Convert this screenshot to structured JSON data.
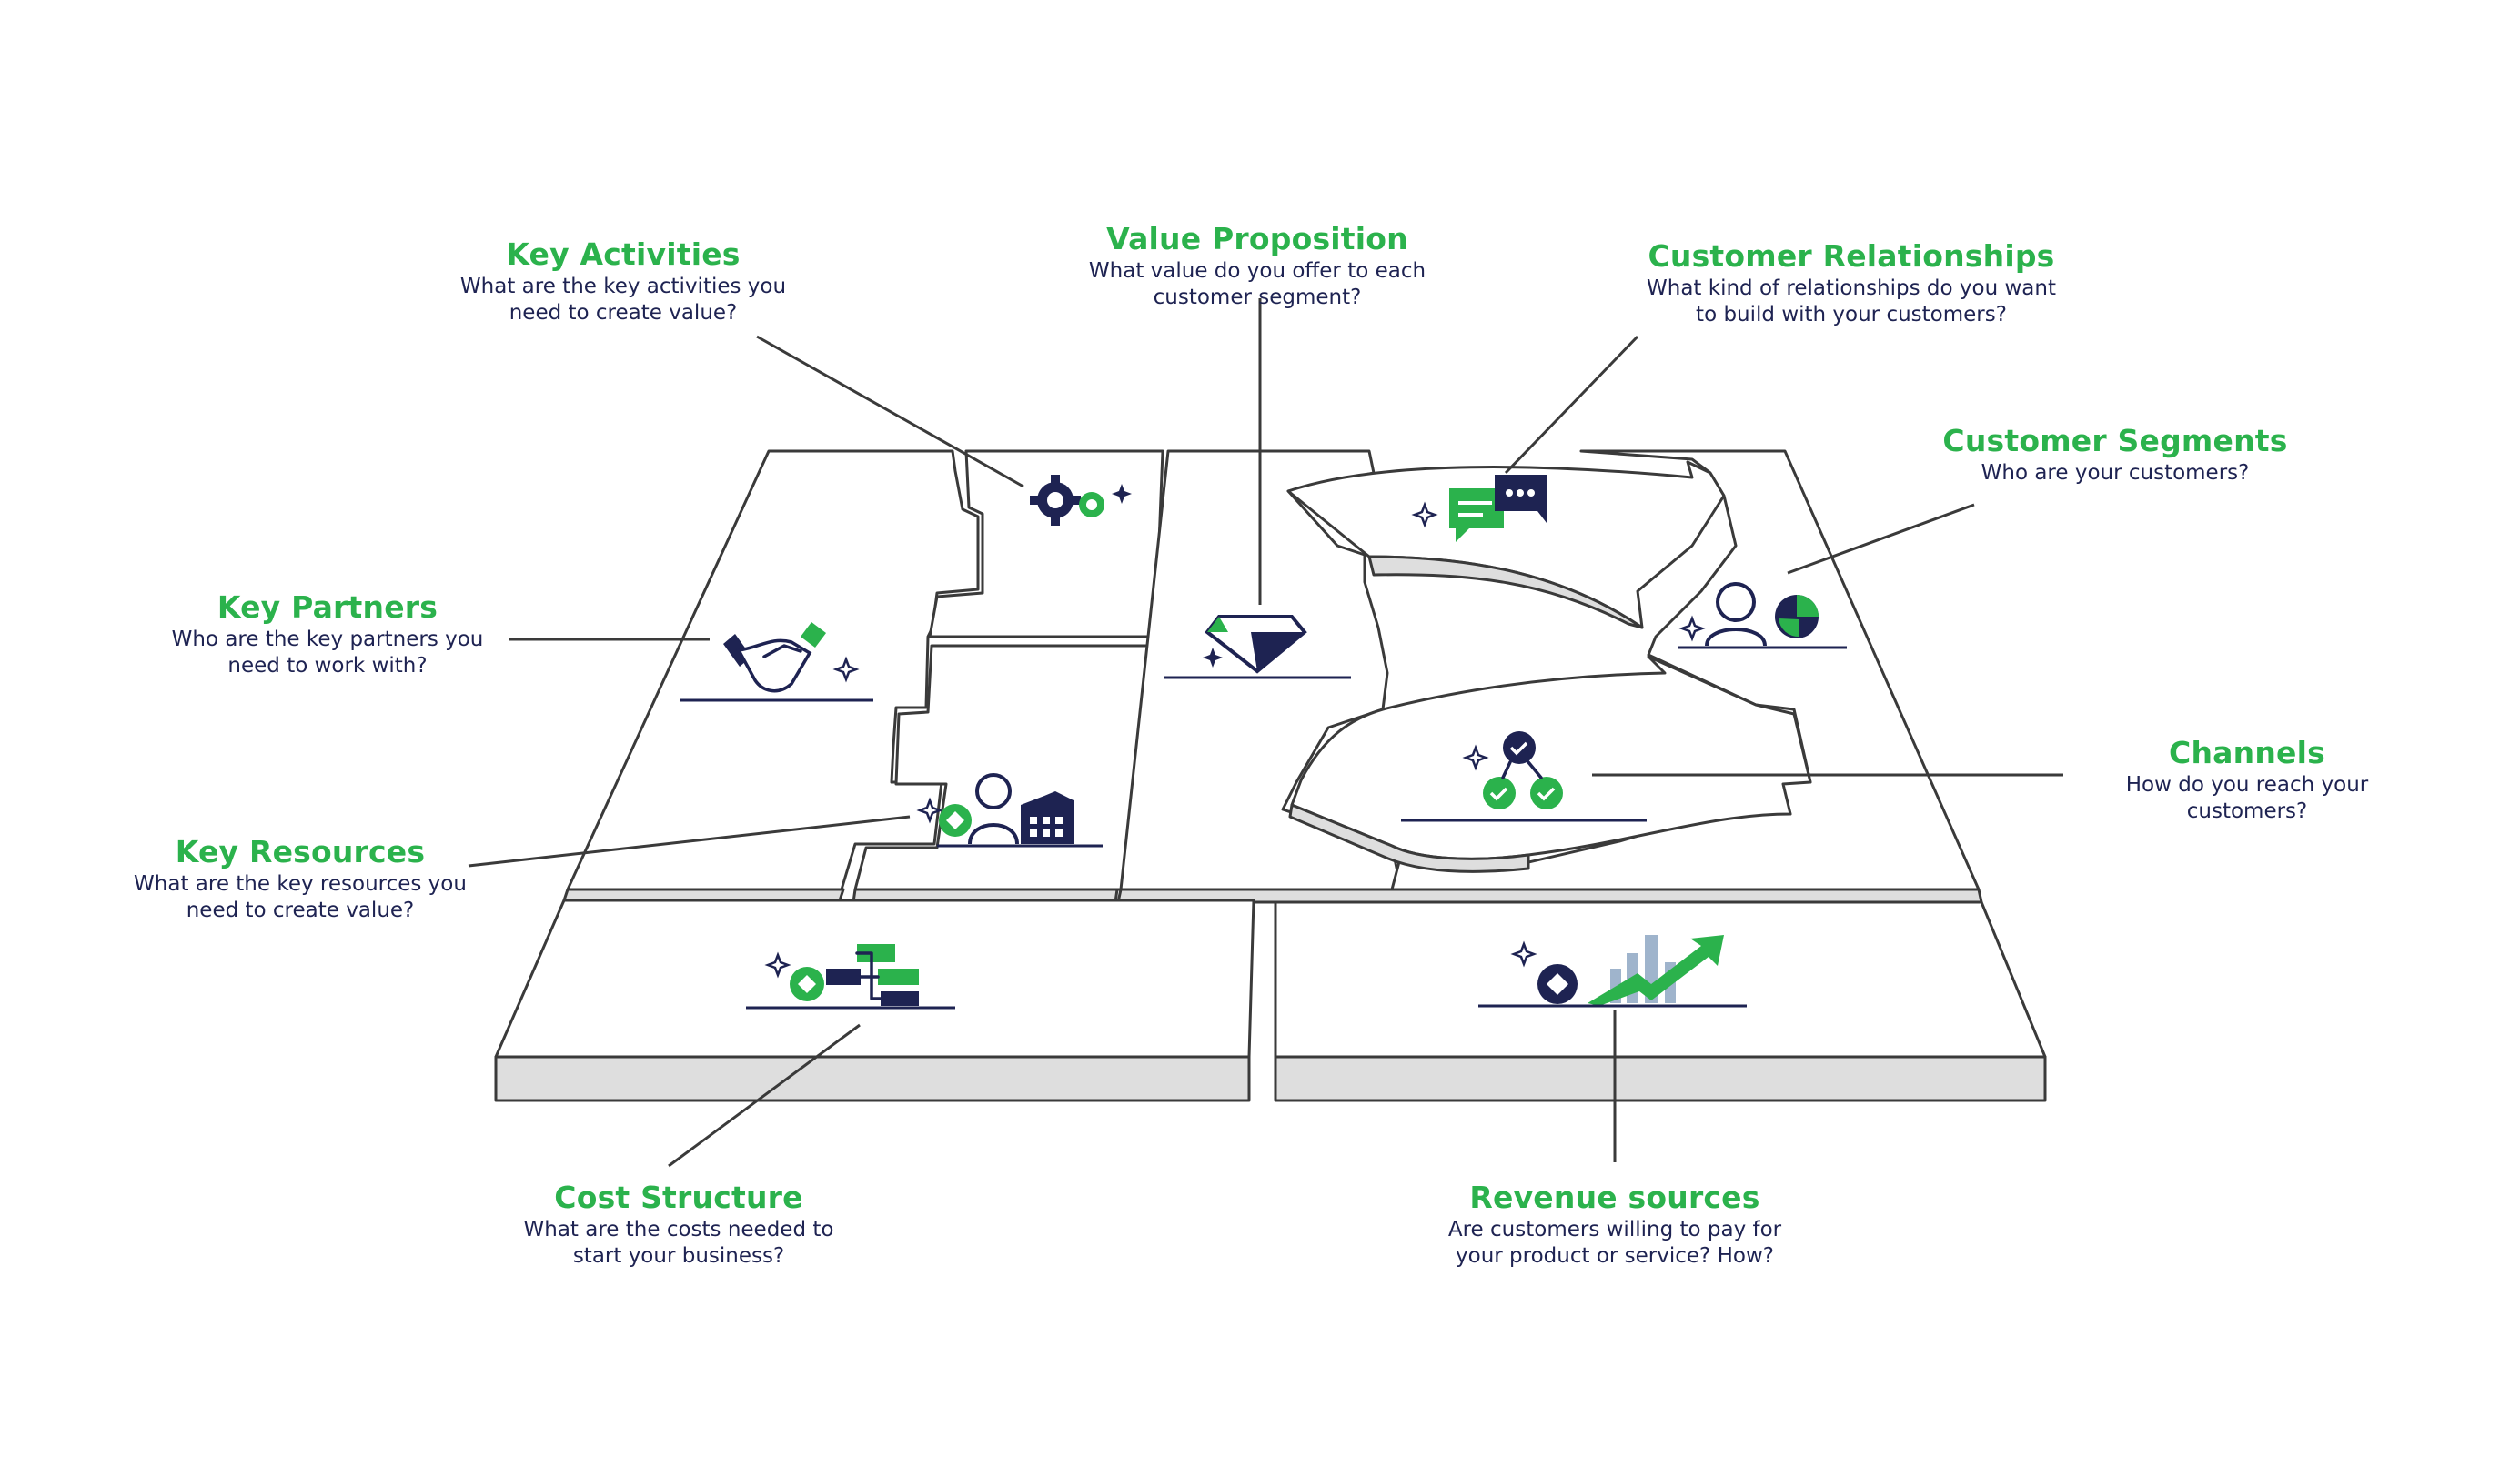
{
  "colors": {
    "accent": "#2bb24c",
    "text": "#1e2352",
    "outline": "#333333",
    "face": "#ffffff",
    "side": "#dcdcdc"
  },
  "blocks": [
    {
      "id": "key-activities",
      "title": "Key Activities",
      "question_line1": "What are the key activities you",
      "question_line2": "need to create value?",
      "icon": "gears-icon"
    },
    {
      "id": "value-proposition",
      "title": "Value Proposition",
      "question_line1": "What value do you offer to each",
      "question_line2": "customer segment?",
      "icon": "diamond-icon"
    },
    {
      "id": "customer-relationships",
      "title": "Customer Relationships",
      "question_line1": "What kind of relationships do you want",
      "question_line2": "to build with your customers?",
      "icon": "chat-bubbles-icon"
    },
    {
      "id": "customer-segments",
      "title": "Customer Segments",
      "question_line1": "Who are your customers?",
      "question_line2": "",
      "icon": "person-pie-chart-icon"
    },
    {
      "id": "key-partners",
      "title": "Key Partners",
      "question_line1": "Who are the key partners you",
      "question_line2": "need to work with?",
      "icon": "handshake-icon"
    },
    {
      "id": "channels",
      "title": "Channels",
      "question_line1": "How do you reach your",
      "question_line2": "customers?",
      "icon": "network-nodes-icon"
    },
    {
      "id": "key-resources",
      "title": "Key Resources",
      "question_line1": "What are the key resources you",
      "question_line2": "need to create value?",
      "icon": "money-person-factory-icon"
    },
    {
      "id": "cost-structure",
      "title": "Cost Structure",
      "question_line1": "What are the costs needed to",
      "question_line2": "start your business?",
      "icon": "money-bag-flowchart-icon"
    },
    {
      "id": "revenue-sources",
      "title": "Revenue sources",
      "question_line1": "Are customers willing to pay for",
      "question_line2": "your product or service? How?",
      "icon": "money-bag-growth-chart-icon"
    }
  ]
}
